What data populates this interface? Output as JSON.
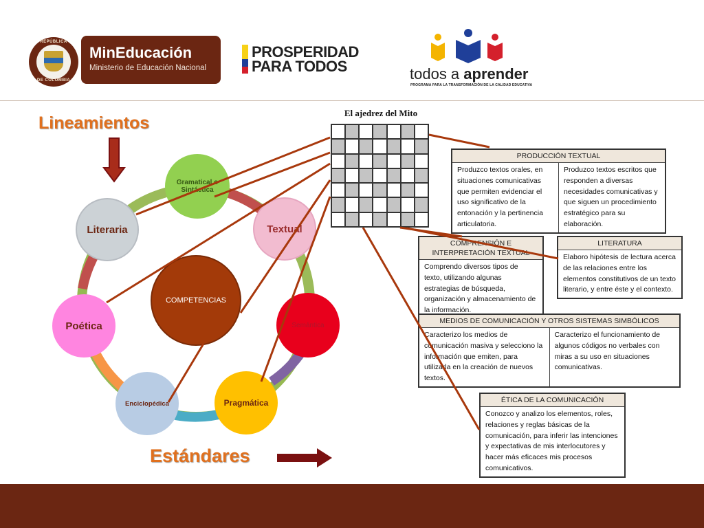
{
  "header": {
    "seal": {
      "ring_top": "REPÚBLICA",
      "ring_bottom": "DE COLOMBIA"
    },
    "mineducacion": {
      "title": "MinEducación",
      "subtitle": "Ministerio de Educación Nacional"
    },
    "prosperidad": {
      "line1": "PROSPERIDAD",
      "line2": "PARA TODOS"
    },
    "todos": {
      "prefix": "todos a ",
      "bold": "aprender",
      "subtitle": "PROGRAMA PARA LA TRANSFORMACIÓN DE LA CALIDAD EDUCATIVA"
    }
  },
  "headings": {
    "lineamientos": "Lineamientos",
    "estandares": "Estándares"
  },
  "competencias": {
    "center": "COMPETENCIAS",
    "nodes": [
      {
        "label": "Gramatical o Sintáctica",
        "color": "#92d050"
      },
      {
        "label": "Textual",
        "color": "#f2bcd0"
      },
      {
        "label": "Semántica",
        "color": "#e8001c"
      },
      {
        "label": "Pragmática",
        "color": "#ffc000"
      },
      {
        "label": "Enciclopédica",
        "color": "#b8cce4"
      },
      {
        "label": "Poética",
        "color": "#ff85e0"
      },
      {
        "label": "Literaria",
        "color": "#ccd2d6"
      }
    ],
    "center_color": "#a33a09"
  },
  "chess": {
    "title": "El ajedrez del Mito"
  },
  "tables": {
    "produccion": {
      "header": "PRODUCCIÓN TEXTUAL",
      "cells": [
        "Produzco textos orales, en situaciones comunicativas que permiten evidenciar el uso significativo de la entonación y la pertinencia articulatoria.",
        "Produzco textos escritos que responden a diversas necesidades comunicativas y que siguen un procedimiento estratégico para su elaboración."
      ]
    },
    "comprension": {
      "header": "COMPRENSIÓN E INTERPRETACIÓN TEXTUAL",
      "cell": "Comprendo diversos tipos de texto, utilizando algunas estrategias de búsqueda, organización y almacenamiento de la información."
    },
    "literatura": {
      "header": "LITERATURA",
      "cell": "Elaboro hipótesis de lectura acerca de las relaciones entre los elementos constitutivos de un texto literario, y entre éste y el contexto."
    },
    "medios": {
      "header": "MEDIOS DE COMUNICACIÓN Y OTROS SISTEMAS SIMBÓLICOS",
      "cells": [
        "Caracterizo los medios de comunicación masiva y selecciono la información que emiten, para utilizarla en la creación de nuevos textos.",
        "Caracterizo el funcionamiento de algunos códigos no verbales con miras a su uso en situaciones comunicativas."
      ]
    },
    "etica": {
      "header": "ÉTICA DE LA COMUNICACIÓN",
      "cell": "Conozco y analizo los elementos, roles, relaciones y reglas básicas de la comunicación, para inferir las intenciones y expectativas de mis interlocutores y hacer más eficaces mis procesos comunicativos."
    }
  },
  "colors": {
    "brand": "#6b2612",
    "heading": "#e0701e",
    "connector": "#a8380c",
    "arrow": "#7a1010"
  }
}
